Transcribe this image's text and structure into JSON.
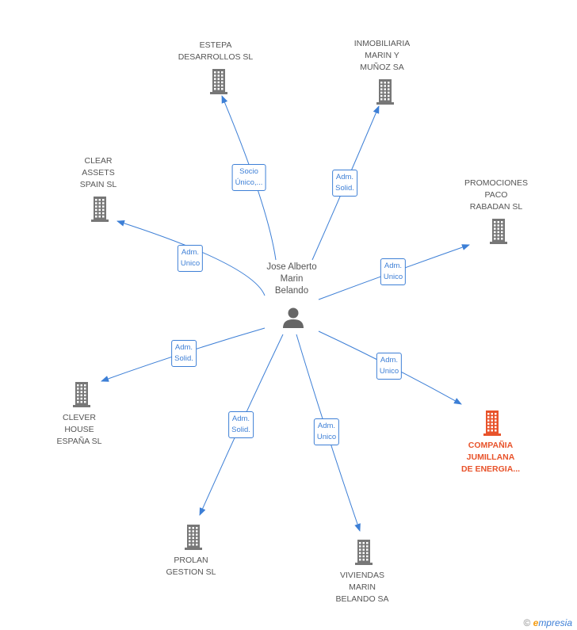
{
  "person": {
    "name": "Jose Alberto\nMarin\nBelando",
    "icon": "person-icon"
  },
  "companies": [
    {
      "id": "estepa",
      "name": "ESTEPA\nDESARROLLOS SL",
      "relation": "Socio\nÚnico,...",
      "color": "#777777"
    },
    {
      "id": "inmobiliaria",
      "name": "INMOBILIARIA\nMARIN Y\nMUÑOZ SA",
      "relation": "Adm.\nSolid.",
      "color": "#777777"
    },
    {
      "id": "clear",
      "name": "CLEAR\nASSETS\nSPAIN  SL",
      "relation": "Adm.\nUnico",
      "color": "#777777"
    },
    {
      "id": "promociones",
      "name": "PROMOCIONES\nPACO\nRABADAN SL",
      "relation": "Adm.\nUnico",
      "color": "#777777"
    },
    {
      "id": "clever",
      "name": "CLEVER\nHOUSE\nESPAÑA SL",
      "relation": "Adm.\nSolid.",
      "color": "#777777"
    },
    {
      "id": "compania",
      "name": "COMPAÑIA\nJUMILLANA\nDE ENERGIA...",
      "relation": "Adm.\nUnico",
      "color": "#e8532b",
      "highlight": true
    },
    {
      "id": "prolan",
      "name": "PROLAN\nGESTION SL",
      "relation": "Adm.\nSolid.",
      "color": "#777777"
    },
    {
      "id": "viviendas",
      "name": "VIVIENDAS\nMARIN\nBELANDO SA",
      "relation": "Adm.\nUnico",
      "color": "#777777"
    }
  ],
  "footer": {
    "copyright": "©",
    "brand_initial": "e",
    "brand_rest": "mpresia"
  },
  "edge_color": "#3d7fd6"
}
